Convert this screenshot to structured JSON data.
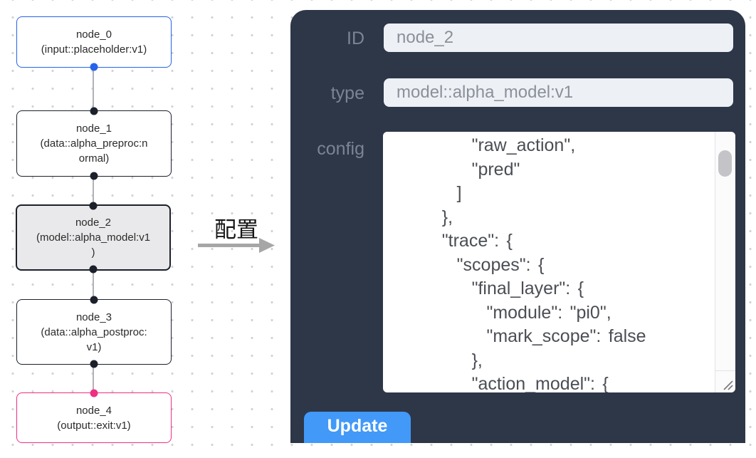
{
  "colors": {
    "panel-bg": "#2d3748",
    "accent": "#4299f7",
    "input-bg": "#edf0f5",
    "input-text": "#8b9099",
    "label-text": "#7c8494",
    "config-text": "#4b4e54",
    "node-text": "#2b2b2b",
    "node-border-dark": "#1b202b",
    "node-blue": "#2563eb",
    "node-pink": "#ee2f82",
    "node-selected-bg": "#e9e9eb",
    "edge": "#b1b1b7",
    "dot": "#d2d2d6",
    "arrow": "#a6a6a6"
  },
  "flow": {
    "nodes": [
      {
        "name": "node_0",
        "lines": [
          "node_0",
          "(input::placeholder:v1)"
        ],
        "border": "blue",
        "selected": false
      },
      {
        "name": "node_1",
        "lines": [
          "node_1",
          "(data::alpha_preproc:n",
          "ormal)"
        ],
        "border": "dark",
        "selected": false
      },
      {
        "name": "node_2",
        "lines": [
          "node_2",
          "(model::alpha_model:v1",
          ")"
        ],
        "border": "dark",
        "selected": true
      },
      {
        "name": "node_3",
        "lines": [
          "node_3",
          "(data::alpha_postproc:",
          "v1)"
        ],
        "border": "dark",
        "selected": false
      },
      {
        "name": "node_4",
        "lines": [
          "node_4",
          "(output::exit:v1)"
        ],
        "border": "pink",
        "selected": false
      }
    ],
    "edges": [
      [
        "node_0",
        "node_1"
      ],
      [
        "node_1",
        "node_2"
      ],
      [
        "node_2",
        "node_3"
      ],
      [
        "node_3",
        "node_4"
      ]
    ]
  },
  "annotation": {
    "label": "配置"
  },
  "panel": {
    "id_field": {
      "label": "ID",
      "value": "node_2"
    },
    "type_field": {
      "label": "type",
      "value": "model::alpha_model:v1"
    },
    "config": {
      "label": "config",
      "lines": [
        "        \"raw_action\",",
        "        \"pred\"",
        "      ]",
        "    },",
        "    \"trace\": {",
        "      \"scopes\": {",
        "        \"final_layer\": {",
        "          \"module\": \"pi0\",",
        "          \"mark_scope\": false",
        "        },",
        "        \"action_model\": {"
      ]
    },
    "update_label": "Update"
  }
}
